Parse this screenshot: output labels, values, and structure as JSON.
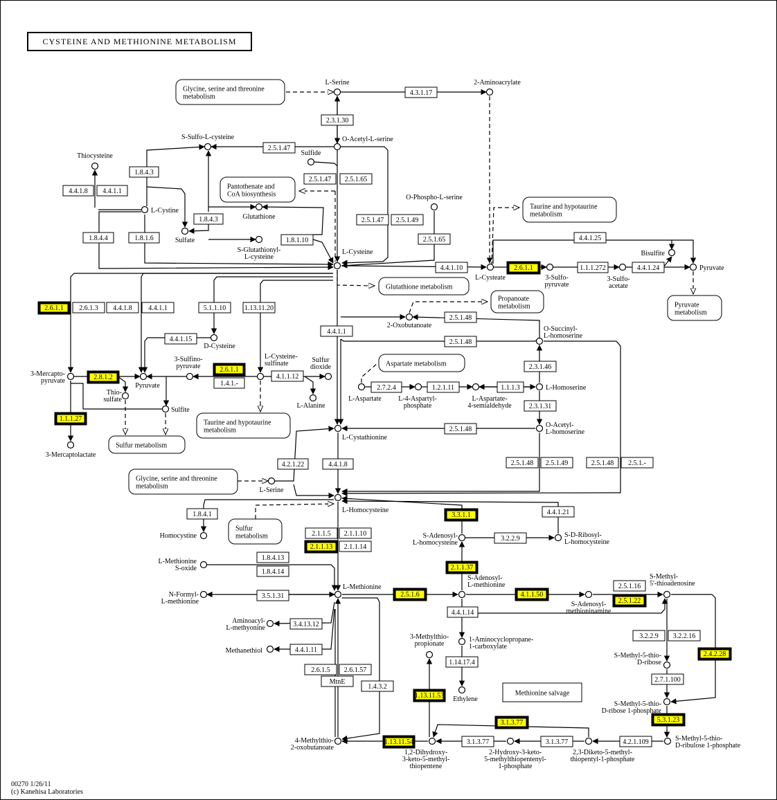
{
  "title": "CYSTEINE AND METHIONINE METABOLISM",
  "footer": {
    "line1": "00270 1/26/11",
    "line2": "(c) Kanehisa Laboratories"
  },
  "colors": {
    "highlight": "#ffff00",
    "line": "#000000",
    "background": "#ffffff"
  },
  "compounds": [
    {
      "id": "l-serine",
      "label": [
        "L-Serine"
      ]
    },
    {
      "id": "2-aminoacrylate",
      "label": [
        "2-Aminoacrylate"
      ]
    },
    {
      "id": "o-acetyl-l-serine",
      "label": [
        "O-Acetyl-L-serine"
      ]
    },
    {
      "id": "s-sulfo-l-cysteine",
      "label": [
        "S-Sulfo-L-cysteine"
      ]
    },
    {
      "id": "thiocysteine",
      "label": [
        "Thiocysteine"
      ]
    },
    {
      "id": "sulfide",
      "label": [
        "Sulfide"
      ]
    },
    {
      "id": "l-cystine",
      "label": [
        "L-Cystine"
      ]
    },
    {
      "id": "glutathione",
      "label": [
        "Glutathione"
      ]
    },
    {
      "id": "sulfate",
      "label": [
        "Sulfate"
      ]
    },
    {
      "id": "s-glutathionyl-l-cysteine",
      "label": [
        "S-Glutathionyl-",
        "L-cysteine"
      ]
    },
    {
      "id": "o-phospho-l-serine",
      "label": [
        "O-Phospho-L-serine"
      ]
    },
    {
      "id": "l-cysteine",
      "label": [
        "L-Cysteine"
      ]
    },
    {
      "id": "l-cysteate",
      "label": [
        "L-Cysteate"
      ]
    },
    {
      "id": "3-sulfopyruvate-a",
      "label": [
        "3-Sulfo-",
        "pyruvate"
      ]
    },
    {
      "id": "3-sulfoacetate",
      "label": [
        "3-Sulfo-",
        "acetate"
      ]
    },
    {
      "id": "bisulfite",
      "label": [
        "Bisulfite"
      ]
    },
    {
      "id": "pyruvate-right",
      "label": [
        "Pyruvate"
      ]
    },
    {
      "id": "2-oxobutanoate",
      "label": [
        "2-Oxobutanoate"
      ]
    },
    {
      "id": "o-succinyl-l-homoserine",
      "label": [
        "O-Succinyl-",
        "L-homoserine"
      ]
    },
    {
      "id": "d-cysteine",
      "label": [
        "D-Cysteine"
      ]
    },
    {
      "id": "3-mercaptopyruvate",
      "label": [
        "3-Mercapto-",
        "pyruvate"
      ]
    },
    {
      "id": "pyruvate-left",
      "label": [
        "Pyruvate"
      ]
    },
    {
      "id": "thiosulfate",
      "label": [
        "Thio-",
        "sulfate"
      ]
    },
    {
      "id": "3-sulfinopyruvate",
      "label": [
        "3-Sulfino-",
        "pyruvate"
      ]
    },
    {
      "id": "sulfite",
      "label": [
        "Sulfite"
      ]
    },
    {
      "id": "l-cysteine-sulfinate",
      "label": [
        "L-Cysteine-",
        "sulfinate"
      ]
    },
    {
      "id": "sulfur-dioxide",
      "label": [
        "Sulfur",
        "dioxide"
      ]
    },
    {
      "id": "l-alanine",
      "label": [
        "L-Alanine"
      ]
    },
    {
      "id": "3-mercaptolactate",
      "label": [
        "3-Mercaptolactate"
      ]
    },
    {
      "id": "l-aspartate",
      "label": [
        "L-Aspartate"
      ]
    },
    {
      "id": "l-4-aspartyl-phosphate",
      "label": [
        "L-4-Aspartyl-",
        "phosphate"
      ]
    },
    {
      "id": "l-aspartate-4-semialdehyde",
      "label": [
        "L-Aspartate-",
        "4-semialdehyde"
      ]
    },
    {
      "id": "l-homoserine",
      "label": [
        "L-Homoserine"
      ]
    },
    {
      "id": "o-acetyl-l-homoserine",
      "label": [
        "O-Acetyl-",
        "L-homoserine"
      ]
    },
    {
      "id": "l-cystathionine",
      "label": [
        "L-Cystathionine"
      ]
    },
    {
      "id": "l-serine-2",
      "label": [
        "L-Serine"
      ]
    },
    {
      "id": "l-homocysteine",
      "label": [
        "L-Homocysteine"
      ]
    },
    {
      "id": "homocystine",
      "label": [
        "Homocystine"
      ]
    },
    {
      "id": "s-adenosyl-l-homocysteine",
      "label": [
        "S-Adenosyl-",
        "L-homocysteine"
      ]
    },
    {
      "id": "s-d-ribosyl-l-homocysteine",
      "label": [
        "S-D-Ribosyl-",
        "L-homocysteine"
      ]
    },
    {
      "id": "l-methionine-s-oxide",
      "label": [
        "L-Methionine",
        "S-oxide"
      ]
    },
    {
      "id": "l-methionine",
      "label": [
        "L-Methionine"
      ]
    },
    {
      "id": "n-formyl-l-methionine",
      "label": [
        "N-Formyl-",
        "L-methionine"
      ]
    },
    {
      "id": "s-adenosyl-l-methionine",
      "label": [
        "S-Adenosyl-",
        "L-methionine"
      ]
    },
    {
      "id": "s-adenosylmethioninamine",
      "label": [
        "S-Adenosyl-",
        "methioninamine"
      ]
    },
    {
      "id": "s-methyl-5-thioadenosine",
      "label": [
        "S-Methyl-",
        "5'-thioadenosine"
      ]
    },
    {
      "id": "aminoacyl-l-methionine",
      "label": [
        "Aminoacyl-",
        "L-methyonine"
      ]
    },
    {
      "id": "methanethiol",
      "label": [
        "Methanethiol"
      ]
    },
    {
      "id": "1-aminocyclopropane-1-carboxylate",
      "label": [
        "1-Aminocyclopropane-",
        "1-carboxylate"
      ]
    },
    {
      "id": "3-methylthiopropionate",
      "label": [
        "3-Methylthio-",
        "propionate"
      ]
    },
    {
      "id": "ethylene",
      "label": [
        "Ethylene"
      ]
    },
    {
      "id": "s-methyl-5-thio-d-ribose",
      "label": [
        "S-Methyl-5-thio-",
        "D-ribose"
      ]
    },
    {
      "id": "s-methyl-5-thio-d-ribose-1-phosphate",
      "label": [
        "S-Methyl-5-thio-",
        "D-ribose 1-phosphate"
      ]
    },
    {
      "id": "s-methyl-5-thio-d-ribulose-1-phosphate",
      "label": [
        "S-Methyl-5-thio-",
        "D-ribulose 1-phosphate"
      ]
    },
    {
      "id": "4-methylthio-2-oxobutanoate",
      "label": [
        "4-Methylthio-",
        "2-oxobutanoate"
      ]
    },
    {
      "id": "1-2-dihydroxy-3-keto-5-methylthiopentene",
      "label": [
        "1,2-Dihydroxy-",
        "3-keto-5-methyl-",
        "thiopentene"
      ]
    },
    {
      "id": "2-hydroxy-3-keto-5-methylthiopentenyl-1-phosphate",
      "label": [
        "2-Hydroxy-3-keto-",
        "5-methylthiopentenyl-",
        "1-phosphate"
      ]
    },
    {
      "id": "2-3-diketo-5-methylthiopentyl-1-phosphate",
      "label": [
        "2,3-Diketo-5-methyl-",
        "thiopentyl-1-phosphate"
      ]
    }
  ],
  "enzymes": [
    {
      "label": "4.3.1.17",
      "highlighted": false
    },
    {
      "label": "2.3.1.30",
      "highlighted": false
    },
    {
      "label": "2.5.1.47",
      "highlighted": false
    },
    {
      "label": "1.8.4.3",
      "highlighted": false
    },
    {
      "label": "4.4.1.8",
      "highlighted": false
    },
    {
      "label": "4.4.1.1",
      "highlighted": false
    },
    {
      "label": "2.5.1.47",
      "highlighted": false
    },
    {
      "label": "2.5.1.65",
      "highlighted": false
    },
    {
      "label": "1.8.4.3",
      "highlighted": false
    },
    {
      "label": "1.8.4.4",
      "highlighted": false
    },
    {
      "label": "1.8.1.6",
      "highlighted": false
    },
    {
      "label": "1.8.1.10",
      "highlighted": false
    },
    {
      "label": "2.5.1.47",
      "highlighted": false
    },
    {
      "label": "2.5.1.49",
      "highlighted": false
    },
    {
      "label": "2.5.1.65",
      "highlighted": false
    },
    {
      "label": "4.4.1.25",
      "highlighted": false
    },
    {
      "label": "4.4.1.10",
      "highlighted": false
    },
    {
      "label": "2.6.1.1",
      "highlighted": true
    },
    {
      "label": "1.1.1.272",
      "highlighted": false
    },
    {
      "label": "4.4.1.24",
      "highlighted": false
    },
    {
      "label": "2.6.1.1",
      "highlighted": true
    },
    {
      "label": "2.6.1.3",
      "highlighted": false
    },
    {
      "label": "4.4.1.8",
      "highlighted": false
    },
    {
      "label": "4.4.1.1",
      "highlighted": false
    },
    {
      "label": "5.1.1.10",
      "highlighted": false
    },
    {
      "label": "1.13.11.20",
      "highlighted": false
    },
    {
      "label": "4.4.1.15",
      "highlighted": false
    },
    {
      "label": "2.8.1.2",
      "highlighted": true
    },
    {
      "label": "2.6.1.1",
      "highlighted": true
    },
    {
      "label": "1.4.1.-",
      "highlighted": false
    },
    {
      "label": "4.1.1.12",
      "highlighted": false
    },
    {
      "label": "1.1.1.27",
      "highlighted": true
    },
    {
      "label": "2.5.1.48",
      "highlighted": false
    },
    {
      "label": "4.4.1.1",
      "highlighted": false
    },
    {
      "label": "2.5.1.48",
      "highlighted": false
    },
    {
      "label": "2.3.1.46",
      "highlighted": false
    },
    {
      "label": "2.7.2.4",
      "highlighted": false
    },
    {
      "label": "1.2.1.11",
      "highlighted": false
    },
    {
      "label": "1.1.1.3",
      "highlighted": false
    },
    {
      "label": "2.3.1.31",
      "highlighted": false
    },
    {
      "label": "2.5.1.48",
      "highlighted": false
    },
    {
      "label": "4.2.1.22",
      "highlighted": false
    },
    {
      "label": "4.4.1.8",
      "highlighted": false
    },
    {
      "label": "2.5.1.48",
      "highlighted": false
    },
    {
      "label": "2.5.1.49",
      "highlighted": false
    },
    {
      "label": "2.5.1.48",
      "highlighted": false
    },
    {
      "label": "2.5.1.-",
      "highlighted": false
    },
    {
      "label": "1.8.4.1",
      "highlighted": false
    },
    {
      "label": "3.3.1.1",
      "highlighted": true
    },
    {
      "label": "4.4.1.21",
      "highlighted": false
    },
    {
      "label": "3.2.2.9",
      "highlighted": false
    },
    {
      "label": "2.1.1.5",
      "highlighted": false
    },
    {
      "label": "2.1.1.10",
      "highlighted": false
    },
    {
      "label": "2.1.1.13",
      "highlighted": true
    },
    {
      "label": "2.1.1.14",
      "highlighted": false
    },
    {
      "label": "2.1.1.37",
      "highlighted": true
    },
    {
      "label": "1.8.4.13",
      "highlighted": false
    },
    {
      "label": "1.8.4.14",
      "highlighted": false
    },
    {
      "label": "3.5.1.31",
      "highlighted": false
    },
    {
      "label": "2.5.1.6",
      "highlighted": true
    },
    {
      "label": "4.1.1.50",
      "highlighted": true
    },
    {
      "label": "2.5.1.16",
      "highlighted": false
    },
    {
      "label": "2.5.1.22",
      "highlighted": true
    },
    {
      "label": "4.4.1.14",
      "highlighted": false
    },
    {
      "label": "3.4.13.12",
      "highlighted": false
    },
    {
      "label": "4.4.1.11",
      "highlighted": false
    },
    {
      "label": "3.2.2.9",
      "highlighted": false
    },
    {
      "label": "3.2.2.16",
      "highlighted": false
    },
    {
      "label": "2.4.2.28",
      "highlighted": true
    },
    {
      "label": "1.14.17.4",
      "highlighted": false
    },
    {
      "label": "2.6.1.5",
      "highlighted": false
    },
    {
      "label": "2.6.1.57",
      "highlighted": false
    },
    {
      "label": "MtnE",
      "highlighted": false
    },
    {
      "label": "1.4.3.2",
      "highlighted": false
    },
    {
      "label": "1.13.11.53",
      "highlighted": true
    },
    {
      "label": "2.7.1.100",
      "highlighted": false
    },
    {
      "label": "5.3.1.23",
      "highlighted": true
    },
    {
      "label": "3.1.3.77",
      "highlighted": true
    },
    {
      "label": "1.13.11.54",
      "highlighted": true
    },
    {
      "label": "3.1.3.77",
      "highlighted": false
    },
    {
      "label": "3.1.3.77",
      "highlighted": false
    },
    {
      "label": "4.2.1.109",
      "highlighted": false
    }
  ],
  "maps": [
    {
      "label": [
        "Glycine, serine and threonine",
        "metabolism"
      ]
    },
    {
      "label": [
        "Pantothenate and",
        "CoA biosynthesis"
      ]
    },
    {
      "label": [
        "Taurine and hypotaurine",
        "metabolism"
      ]
    },
    {
      "label": [
        "Glutathione metabolism"
      ]
    },
    {
      "label": [
        "Propanoate",
        "metabolism"
      ]
    },
    {
      "label": [
        "Pyruvate",
        "metabolism"
      ]
    },
    {
      "label": [
        "Aspartate metabolism"
      ]
    },
    {
      "label": [
        "Taurine and hypotaurine",
        "metabolism"
      ]
    },
    {
      "label": [
        "Sulfur metabolism"
      ]
    },
    {
      "label": [
        "Glycine, serine and threonine",
        "metabolism"
      ]
    },
    {
      "label": [
        "Sulfur",
        "metabolism"
      ]
    }
  ],
  "notes": [
    {
      "label": "Methionine  salvage"
    }
  ]
}
